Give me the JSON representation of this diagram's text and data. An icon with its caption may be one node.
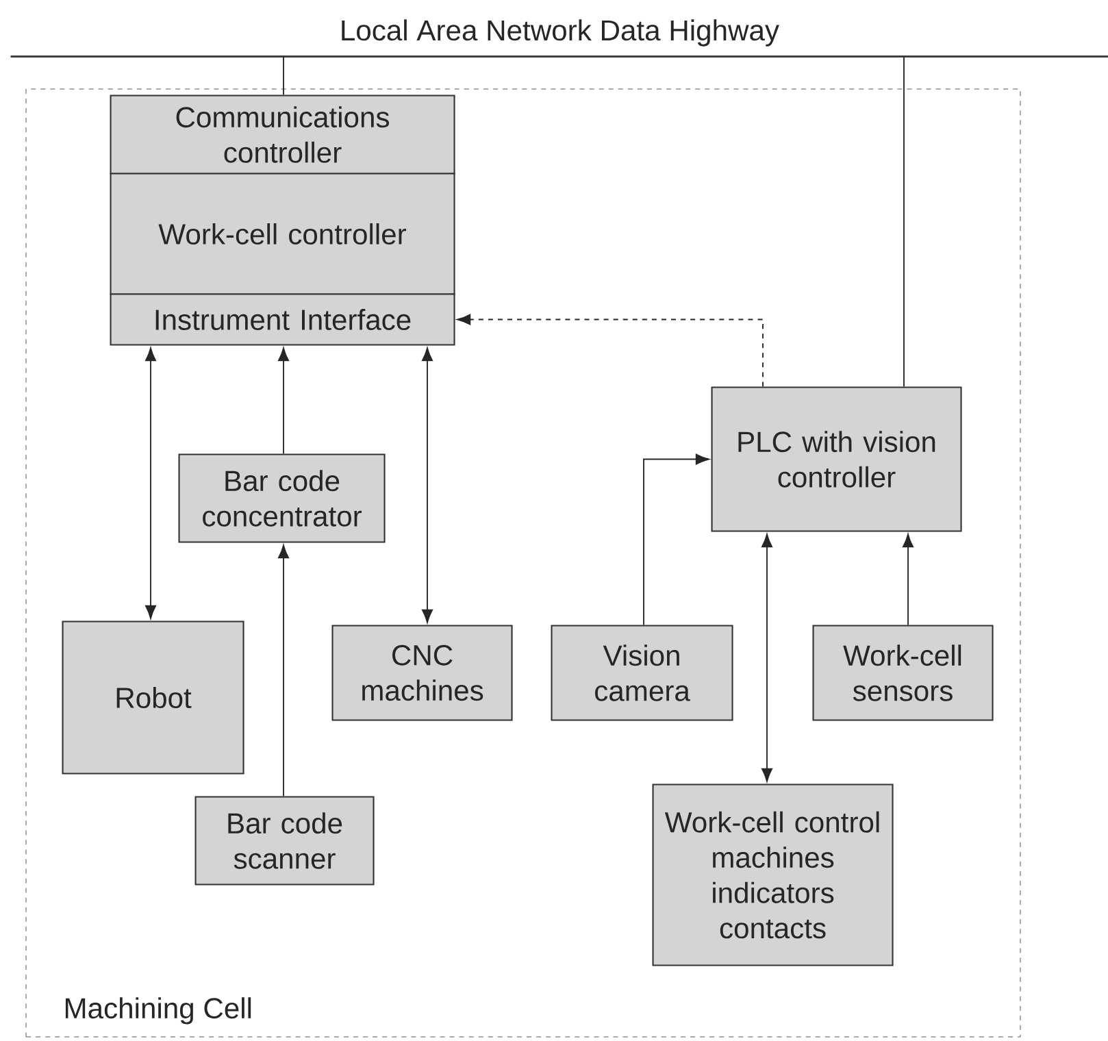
{
  "diagram": {
    "nodes": [
      {
        "text": [
          "Local Area Network Data Highway"
        ]
      },
      {
        "text": [
          "Machining Cell"
        ]
      },
      {
        "text": [
          "Communications controller"
        ],
        "in": 1
      },
      {
        "text": [
          "Work-cell controller"
        ],
        "in": 1
      },
      {
        "text": [
          "Instrument Interface"
        ],
        "in": 1
      },
      {
        "text": [
          "Bar code concentrator"
        ],
        "in": 1
      },
      {
        "text": [
          "Robot"
        ],
        "in": 1
      },
      {
        "text": [
          "CNC machines"
        ],
        "in": 1
      },
      {
        "text": [
          "Bar code scanner"
        ],
        "in": 1
      },
      {
        "text": [
          "PLC with vision controller"
        ],
        "in": 1
      },
      {
        "text": [
          "Vision camera"
        ],
        "in": 1
      },
      {
        "text": [
          "Work-cell sensors"
        ],
        "in": 1
      },
      {
        "text": [
          "Work-cell control machines indicators contacts"
        ],
        "in": 1
      }
    ],
    "edges": [
      {
        "from": 0,
        "to": 2,
        "arrow": "none"
      },
      {
        "from": 0,
        "to": 9,
        "arrow": "none"
      },
      {
        "from": 6,
        "to": 4,
        "arrow": "both"
      },
      {
        "from": 5,
        "to": 4,
        "arrow": "to"
      },
      {
        "from": 7,
        "to": 4,
        "arrow": "both"
      },
      {
        "from": 8,
        "to": 5,
        "arrow": "to"
      },
      {
        "from": 9,
        "to": 4,
        "arrow": "to",
        "style": "dashed"
      },
      {
        "from": 10,
        "to": 9,
        "arrow": "to"
      },
      {
        "from": 12,
        "to": 9,
        "arrow": "both"
      },
      {
        "from": 11,
        "to": 9,
        "arrow": "to"
      }
    ]
  }
}
